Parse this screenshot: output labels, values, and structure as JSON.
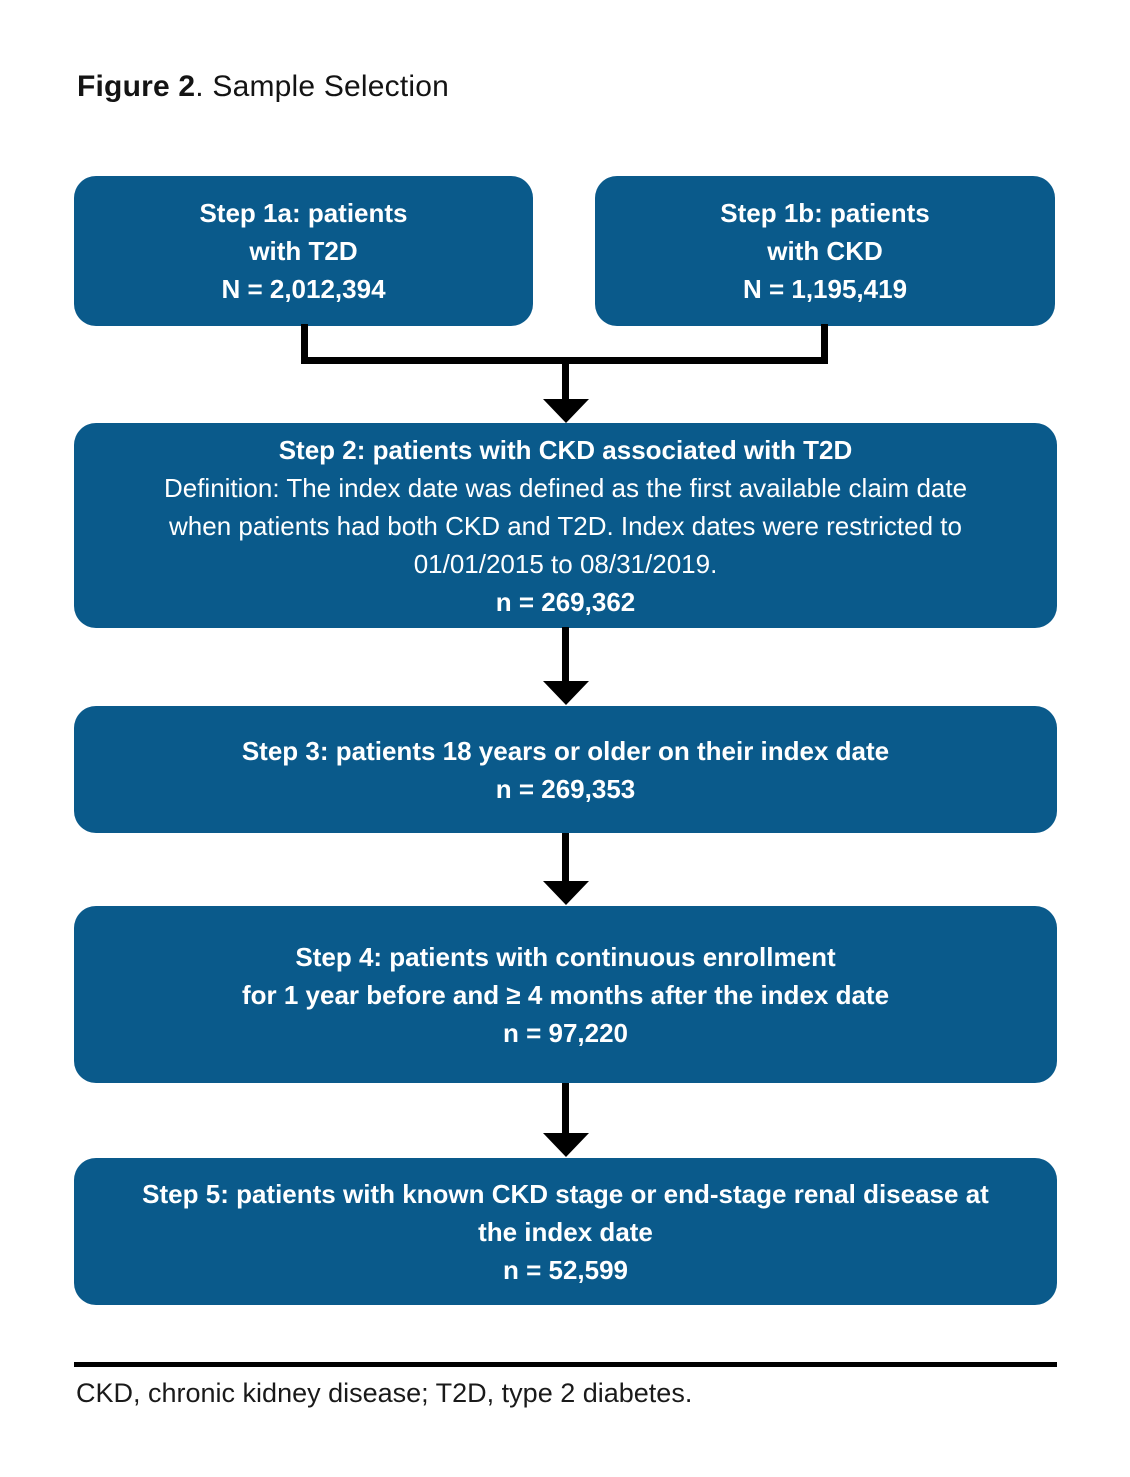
{
  "title": {
    "bold": "Figure 2",
    "rest": ". Sample Selection"
  },
  "colors": {
    "box_blue": "#0a5a8b",
    "connector_black": "#000000",
    "box_text_white": "#ffffff"
  },
  "flow": {
    "box1a": {
      "line1": "Step 1a: patients",
      "line2": "with T2D",
      "line3": "N = 2,012,394"
    },
    "box1b": {
      "line1": "Step 1b: patients",
      "line2": "with CKD",
      "line3": "N = 1,195,419"
    },
    "box2": {
      "line1": "Step 2: patients with CKD associated with T2D",
      "line2": "Definition: The index date was defined as the first available claim date",
      "line3": "when patients had both CKD and T2D. Index dates were restricted to",
      "line4": "01/01/2015 to 08/31/2019.",
      "line5": "n = 269,362"
    },
    "box3": {
      "line1": "Step 3: patients 18 years or older on their index date",
      "line2": "n = 269,353"
    },
    "box4": {
      "line1": "Step 4: patients with continuous enrollment",
      "line2": "for 1 year before and ≥ 4 months after the index date",
      "line3": "n = 97,220"
    },
    "box5": {
      "line1": "Step 5: patients with known CKD stage or end-stage renal disease at",
      "line2": "the index date",
      "line3": "n = 52,599"
    }
  },
  "footnote": "CKD, chronic kidney disease; T2D, type 2 diabetes."
}
